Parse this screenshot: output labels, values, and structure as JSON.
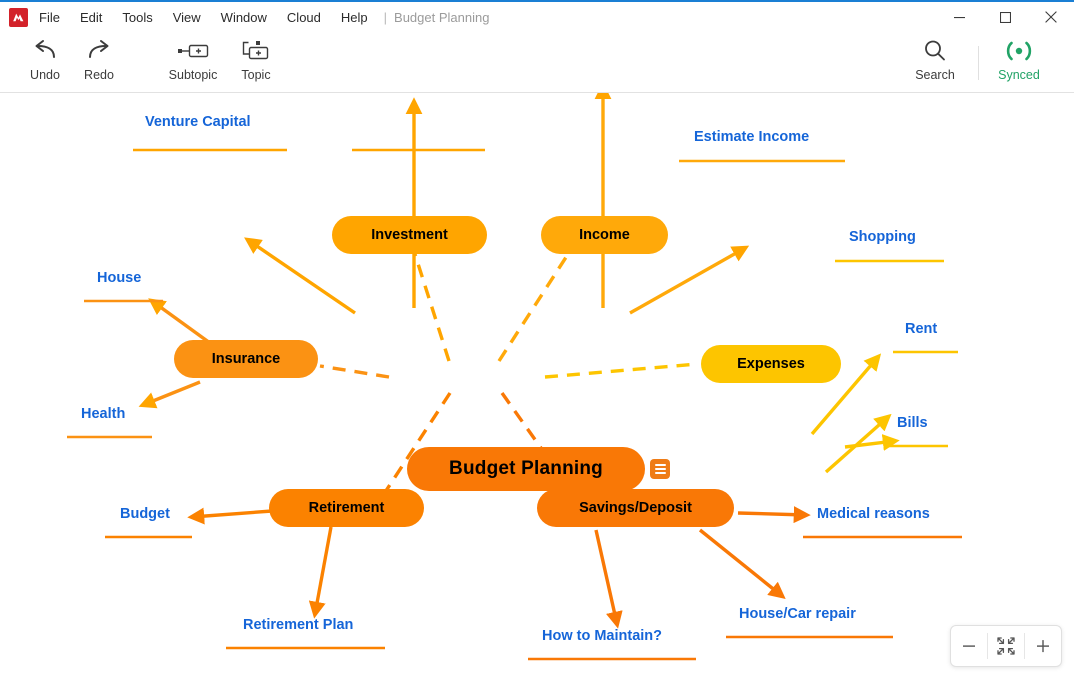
{
  "app": {
    "logo_icon": "app-logo-icon",
    "document_title": "Budget Planning",
    "separator": "|"
  },
  "menubar": {
    "items": [
      {
        "label": "File"
      },
      {
        "label": "Edit"
      },
      {
        "label": "Tools"
      },
      {
        "label": "View"
      },
      {
        "label": "Window"
      },
      {
        "label": "Cloud"
      },
      {
        "label": "Help"
      }
    ]
  },
  "window_controls": {
    "minimize": "minimize-icon",
    "maximize": "maximize-icon",
    "close": "close-icon"
  },
  "toolbar": {
    "undo_label": "Undo",
    "redo_label": "Redo",
    "subtopic_label": "Subtopic",
    "topic_label": "Topic",
    "search_label": "Search",
    "sync_label": "Synced",
    "sync_color": "#21a366"
  },
  "zoom_controls": {
    "zoom_out_label": "−",
    "fit_label": "fit-to-screen-icon",
    "zoom_in_label": "+"
  },
  "mindmap": {
    "colors": {
      "root": "#f97806",
      "investment": "#ffa500",
      "income": "#ffa90a",
      "expenses": "#fdc500",
      "insurance": "#fb9213",
      "retirement": "#fb8200",
      "savings": "#f97806",
      "leaf_text": "#1565d8"
    },
    "root": {
      "label": "Budget Planning"
    },
    "branches": [
      {
        "id": "investment",
        "label": "Investment"
      },
      {
        "id": "income",
        "label": "Income"
      },
      {
        "id": "expenses",
        "label": "Expenses"
      },
      {
        "id": "insurance",
        "label": "Insurance"
      },
      {
        "id": "retirement",
        "label": "Retirement"
      },
      {
        "id": "savings",
        "label": "Savings/Deposit"
      }
    ],
    "leaves": [
      {
        "id": "venture-capital",
        "label": "Venture Capital",
        "parent": "investment"
      },
      {
        "id": "estimate-income",
        "label": "Estimate Income",
        "parent": "income"
      },
      {
        "id": "shopping",
        "label": "Shopping",
        "parent": "expenses"
      },
      {
        "id": "rent",
        "label": "Rent",
        "parent": "expenses"
      },
      {
        "id": "bills",
        "label": "Bills",
        "parent": "expenses"
      },
      {
        "id": "house",
        "label": "House",
        "parent": "insurance"
      },
      {
        "id": "health",
        "label": "Health",
        "parent": "insurance"
      },
      {
        "id": "budget",
        "label": "Budget",
        "parent": "retirement"
      },
      {
        "id": "retirement-plan",
        "label": "Retirement Plan",
        "parent": "retirement"
      },
      {
        "id": "medical-reasons",
        "label": "Medical reasons",
        "parent": "savings"
      },
      {
        "id": "house-car-repair",
        "label": "House/Car repair",
        "parent": "savings"
      },
      {
        "id": "how-to-maintain",
        "label": "How to Maintain?",
        "parent": "savings"
      }
    ]
  }
}
